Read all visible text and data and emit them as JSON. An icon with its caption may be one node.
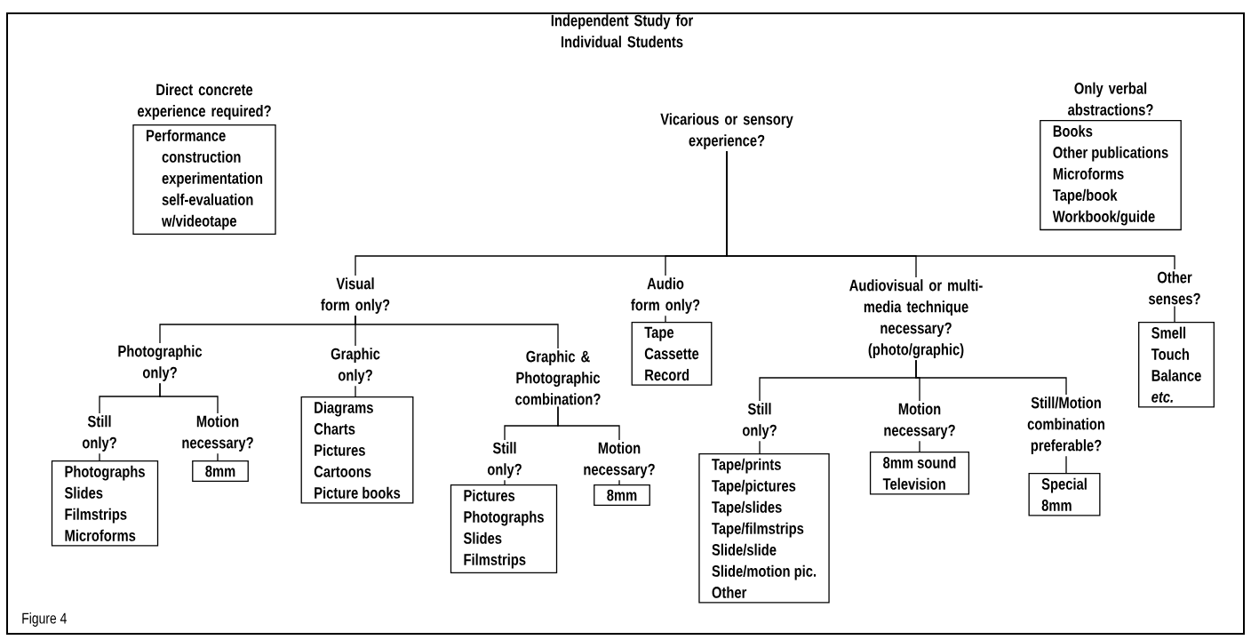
{
  "diagram": {
    "title": "Independent Study for Individual Students",
    "caption": "Figure 4",
    "nodes": [
      {
        "text": [
          "Direct concrete experience required?",
          "Performance",
          "construction",
          "experimentation",
          "self-evaluation",
          "w/videotape"
        ]
      },
      {
        "text": [
          "Vicarious or sensory experience?"
        ]
      },
      {
        "text": [
          "Only verbal abstractions?",
          "Books",
          "Other publications",
          "Microforms",
          "Tape/book",
          "Workbook/guide"
        ]
      },
      {
        "text": [
          "Visual form only?"
        ]
      },
      {
        "text": [
          "Audio form only?"
        ]
      },
      {
        "text": [
          "Audiovisual or multi-media technique necessary? (photo/graphic)"
        ]
      },
      {
        "text": [
          "Other senses?"
        ]
      },
      {
        "text": [
          "Tape",
          "Cassette",
          "Record"
        ]
      },
      {
        "text": [
          "Smell",
          "Touch",
          "Balance",
          "*etc.*"
        ]
      },
      {
        "text": [
          "Photographic only?"
        ]
      },
      {
        "text": [
          "Graphic only?"
        ]
      },
      {
        "text": [
          "Graphic & Photographic combination?"
        ]
      },
      {
        "text": [
          "Still only?"
        ]
      },
      {
        "text": [
          "Motion necessary?"
        ]
      },
      {
        "text": [
          "Photographs",
          "Slides",
          "Filmstrips",
          "Microforms"
        ]
      },
      {
        "text": [
          "8mm"
        ]
      },
      {
        "text": [
          "Diagrams",
          "Charts",
          "Pictures",
          "Cartoons",
          "Picture books"
        ]
      },
      {
        "text": [
          "Still only?"
        ]
      },
      {
        "text": [
          "Motion necessary?"
        ]
      },
      {
        "text": [
          "Pictures",
          "Photographs",
          "Slides",
          "Filmstrips"
        ]
      },
      {
        "text": [
          "8mm"
        ]
      },
      {
        "text": [
          "Still only?"
        ]
      },
      {
        "text": [
          "Motion necessary?"
        ]
      },
      {
        "text": [
          "Still/Motion combination preferable?"
        ]
      },
      {
        "text": [
          "Tape/prints",
          "Tape/pictures",
          "Tape/slides",
          "Tape/filmstrips",
          "Slide/slide",
          "Slide/motion pic.",
          "Other"
        ]
      },
      {
        "text": [
          "8mm sound",
          "Television"
        ]
      },
      {
        "text": [
          "Special",
          "8mm"
        ]
      }
    ],
    "edges": [
      {
        "from": 1,
        "to": 3,
        "arrow": "none"
      },
      {
        "from": 1,
        "to": 4,
        "arrow": "none"
      },
      {
        "from": 1,
        "to": 5,
        "arrow": "none"
      },
      {
        "from": 1,
        "to": 6,
        "arrow": "none"
      },
      {
        "from": 4,
        "to": 7,
        "arrow": "none"
      },
      {
        "from": 6,
        "to": 8,
        "arrow": "none"
      },
      {
        "from": 3,
        "to": 9,
        "arrow": "none"
      },
      {
        "from": 3,
        "to": 10,
        "arrow": "none"
      },
      {
        "from": 3,
        "to": 11,
        "arrow": "none"
      },
      {
        "from": 9,
        "to": 12,
        "arrow": "none"
      },
      {
        "from": 9,
        "to": 13,
        "arrow": "none"
      },
      {
        "from": 12,
        "to": 14,
        "arrow": "none"
      },
      {
        "from": 13,
        "to": 15,
        "arrow": "none"
      },
      {
        "from": 10,
        "to": 16,
        "arrow": "none"
      },
      {
        "from": 11,
        "to": 17,
        "arrow": "none"
      },
      {
        "from": 11,
        "to": 18,
        "arrow": "none"
      },
      {
        "from": 17,
        "to": 19,
        "arrow": "none"
      },
      {
        "from": 18,
        "to": 20,
        "arrow": "none"
      },
      {
        "from": 5,
        "to": 21,
        "arrow": "none"
      },
      {
        "from": 5,
        "to": 22,
        "arrow": "none"
      },
      {
        "from": 5,
        "to": 23,
        "arrow": "none"
      },
      {
        "from": 21,
        "to": 24,
        "arrow": "none"
      },
      {
        "from": 22,
        "to": 25,
        "arrow": "none"
      },
      {
        "from": 23,
        "to": 26,
        "arrow": "none"
      }
    ]
  }
}
